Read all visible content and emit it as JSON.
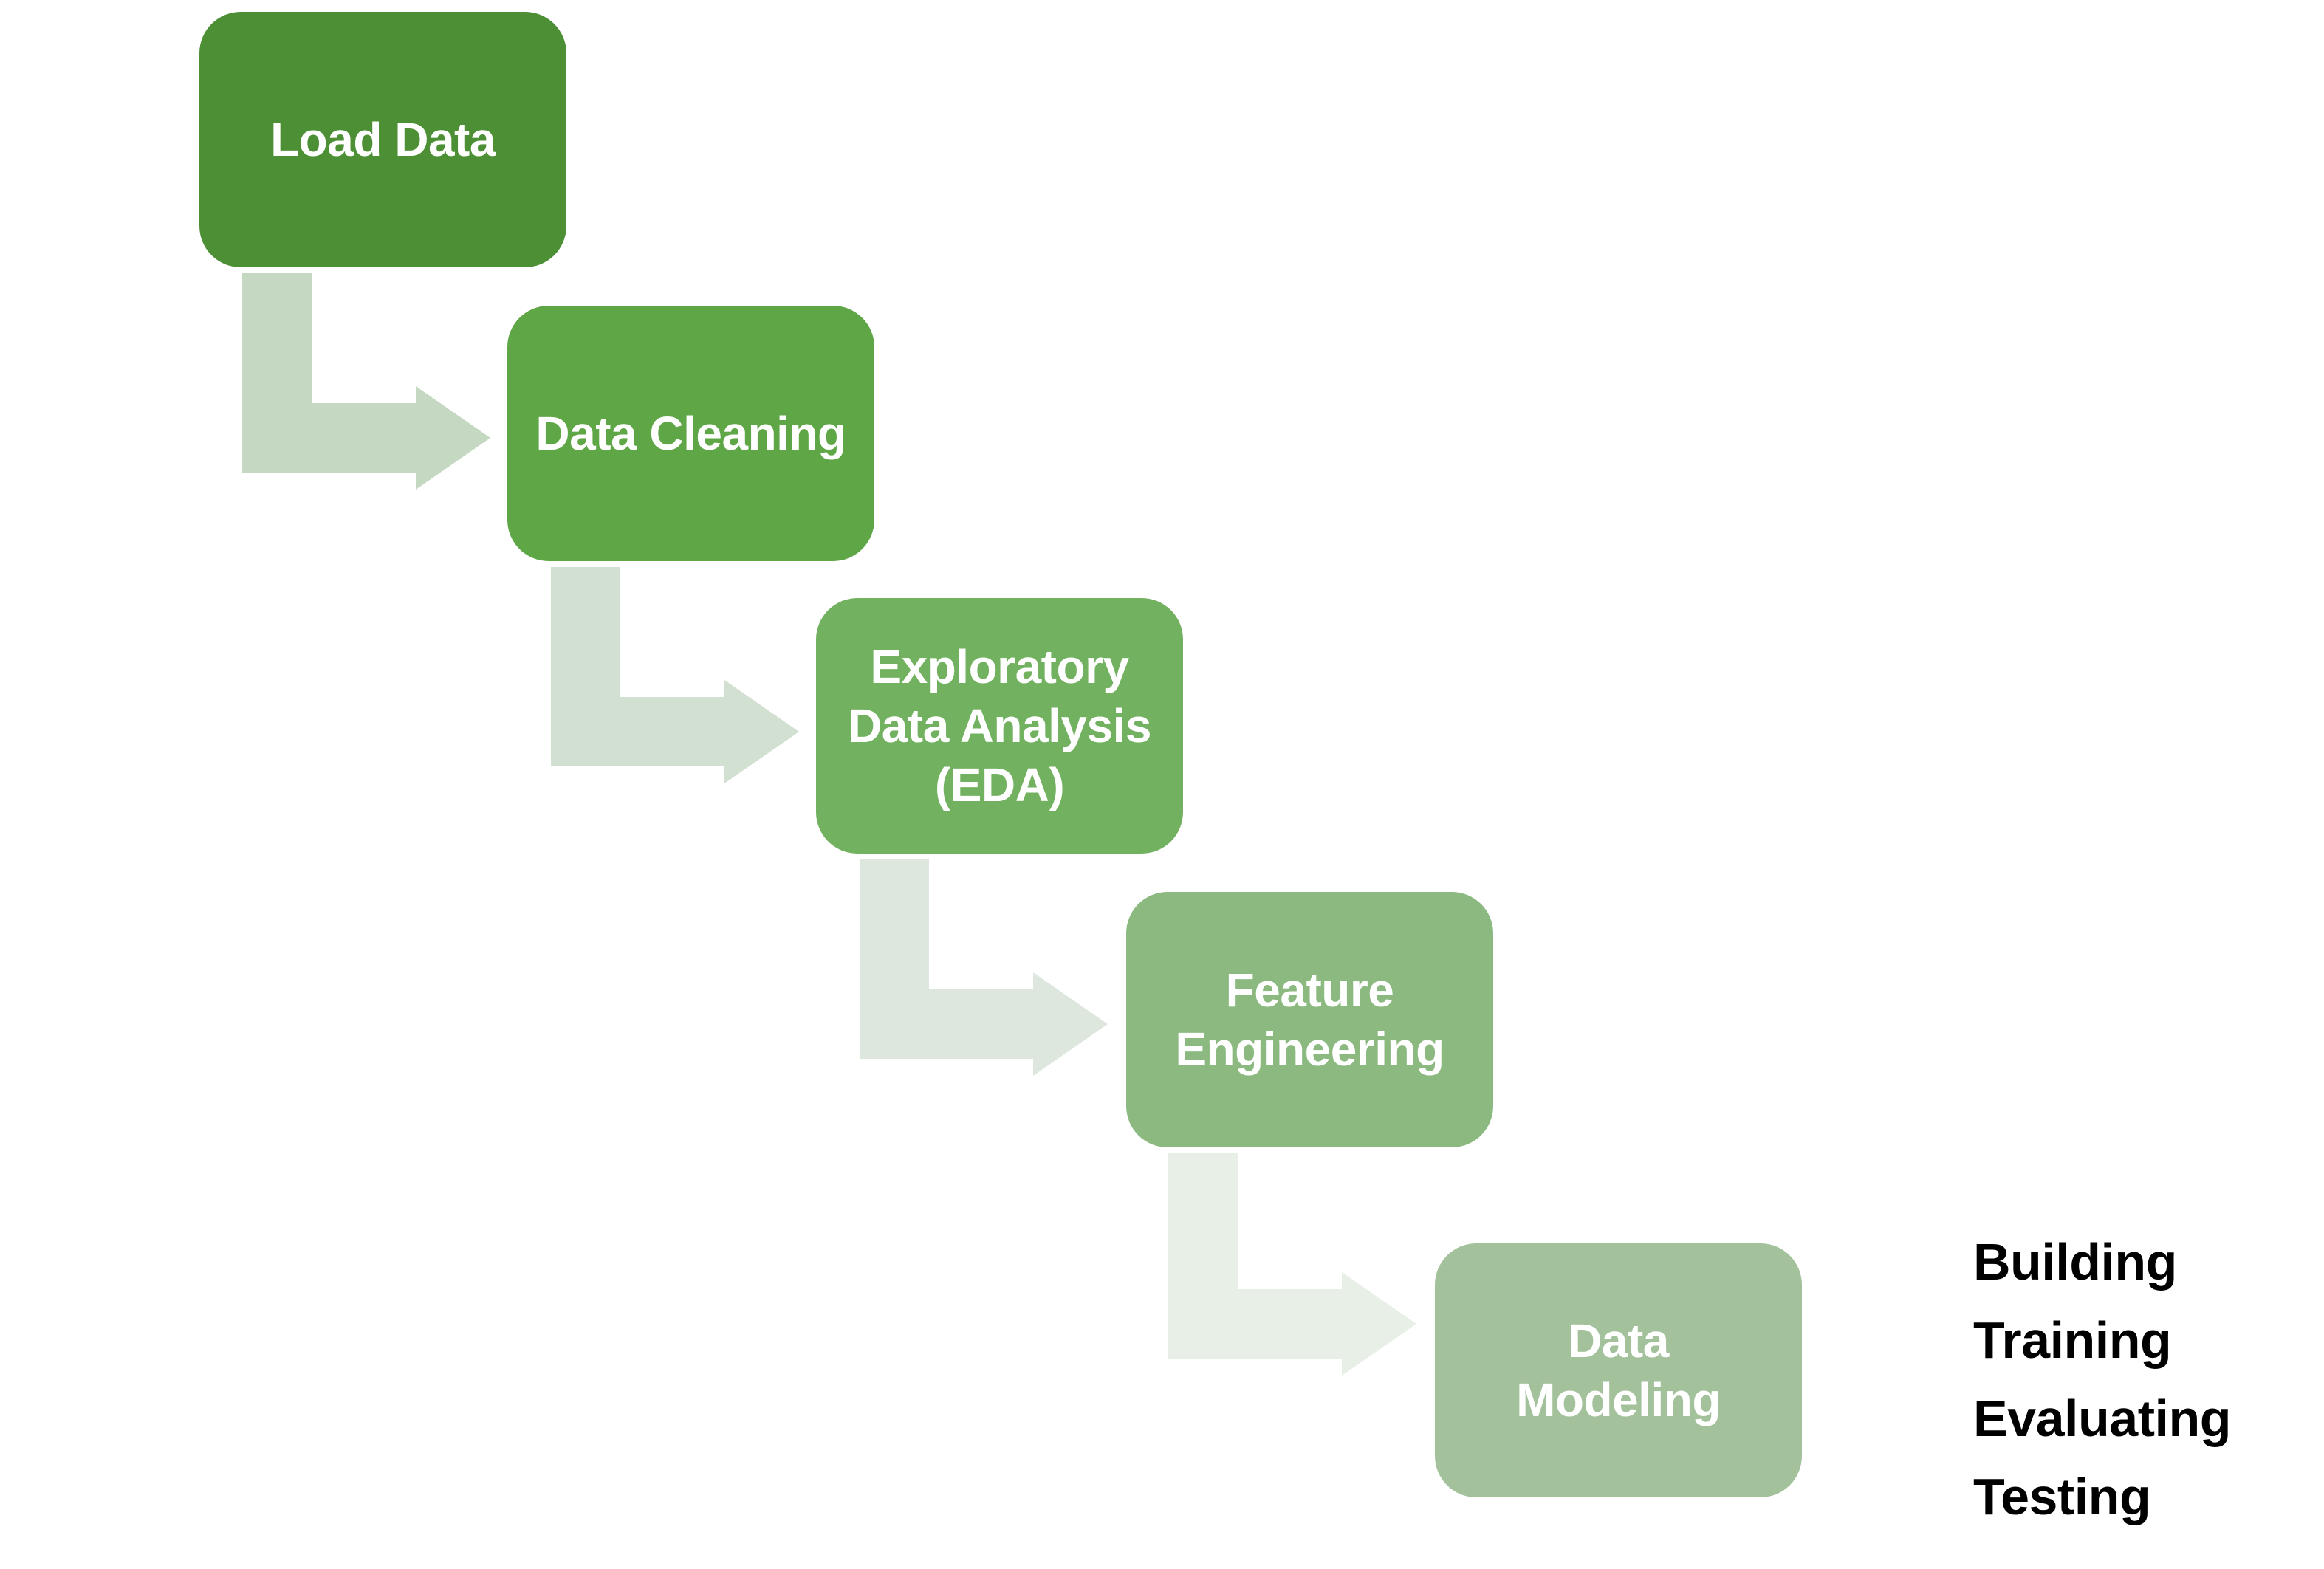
{
  "diagram": {
    "type": "staircase-process-flow",
    "steps": [
      {
        "label": "Load Data",
        "color": "#4C8F34"
      },
      {
        "label": "Data Cleaning",
        "color": "#5EA646"
      },
      {
        "label": "Exploratory\nData Analysis\n(EDA)",
        "color": "#72B15F"
      },
      {
        "label": "Feature\nEngineering",
        "color": "#8BB980"
      },
      {
        "label": "Data\nModeling",
        "color": "#A3C29C"
      }
    ],
    "connectors": [
      {
        "from": 0,
        "to": 1,
        "color": "#C4D8C2"
      },
      {
        "from": 1,
        "to": 2,
        "color": "#D1E0D1"
      },
      {
        "from": 2,
        "to": 3,
        "color": "#DDE7DD"
      },
      {
        "from": 3,
        "to": 4,
        "color": "#E7EFE6"
      }
    ],
    "modeling_substeps": [
      "Building",
      "Training",
      "Evaluating",
      "Testing"
    ]
  }
}
